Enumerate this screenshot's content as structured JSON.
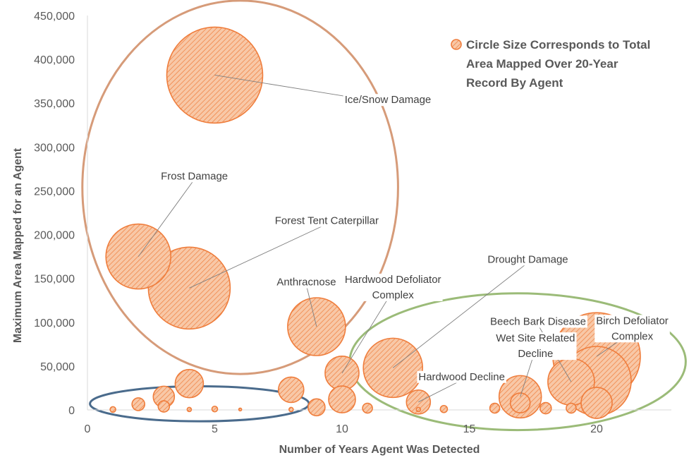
{
  "chart_data": {
    "type": "scatter",
    "subtype": "bubble",
    "title": "",
    "xlabel": "Number of Years Agent Was Detected",
    "ylabel": "Maximum Area Mapped for an Agent",
    "xlim": [
      0,
      23
    ],
    "ylim": [
      0,
      450000
    ],
    "x_ticks": [
      0,
      5,
      10,
      15,
      20
    ],
    "y_ticks": [
      0,
      50000,
      100000,
      150000,
      200000,
      250000,
      300000,
      350000,
      400000,
      450000
    ],
    "y_tick_labels": [
      "0",
      "50,000",
      "100,000",
      "150,000",
      "200,000",
      "250,000",
      "300,000",
      "350,000",
      "400,000",
      "450,000"
    ],
    "x_tick_labels": [
      "0",
      "5",
      "10",
      "15",
      "20"
    ],
    "grid": false,
    "legend": {
      "position": "top-right",
      "text": [
        "Circle Size Corresponds to Total",
        "Area Mapped Over 20-Year",
        "Record By Agent"
      ]
    },
    "bubble_color": "#f4b183",
    "bubble_edge": "#ef7d3c",
    "points": [
      {
        "x": 5,
        "y": 382000,
        "r": 68,
        "label": "Ice/Snow Damage"
      },
      {
        "x": 2,
        "y": 175000,
        "r": 46,
        "label": "Frost Damage"
      },
      {
        "x": 4,
        "y": 139000,
        "r": 58,
        "label": "Forest Tent Caterpillar"
      },
      {
        "x": 9,
        "y": 95000,
        "r": 41,
        "label": "Anthracnose"
      },
      {
        "x": 10,
        "y": 42000,
        "r": 24,
        "label": "Hardwood Defoliator Complex"
      },
      {
        "x": 12,
        "y": 48000,
        "r": 42,
        "label": "Drought Damage"
      },
      {
        "x": 13,
        "y": 9000,
        "r": 17,
        "label": "Hardwood Decline"
      },
      {
        "x": 20,
        "y": 61000,
        "r": 62,
        "label": "Birch Defoliator Complex"
      },
      {
        "x": 20,
        "y": 33000,
        "r": 49,
        "label": ""
      },
      {
        "x": 19,
        "y": 32000,
        "r": 33,
        "label": "Beech Bark Disease"
      },
      {
        "x": 20,
        "y": 8000,
        "r": 22,
        "label": ""
      },
      {
        "x": 17,
        "y": 15000,
        "r": 30,
        "label": "Wet Site Related Decline"
      },
      {
        "x": 17,
        "y": 8000,
        "r": 14,
        "label": ""
      },
      {
        "x": 4,
        "y": 30000,
        "r": 20,
        "label": ""
      },
      {
        "x": 3,
        "y": 15000,
        "r": 15,
        "label": ""
      },
      {
        "x": 8,
        "y": 23000,
        "r": 18,
        "label": ""
      },
      {
        "x": 10,
        "y": 12000,
        "r": 19,
        "label": ""
      },
      {
        "x": 9,
        "y": 3000,
        "r": 12,
        "label": ""
      },
      {
        "x": 2,
        "y": 6500,
        "r": 9,
        "label": ""
      },
      {
        "x": 3,
        "y": 4000,
        "r": 8,
        "label": ""
      },
      {
        "x": 11,
        "y": 2000,
        "r": 7,
        "label": ""
      },
      {
        "x": 16,
        "y": 2000,
        "r": 7,
        "label": ""
      },
      {
        "x": 18,
        "y": 2000,
        "r": 8,
        "label": ""
      },
      {
        "x": 19,
        "y": 2000,
        "r": 7,
        "label": ""
      },
      {
        "x": 14,
        "y": 1000,
        "r": 5,
        "label": ""
      },
      {
        "x": 1,
        "y": 500,
        "r": 4,
        "label": ""
      },
      {
        "x": 4,
        "y": 500,
        "r": 3,
        "label": ""
      },
      {
        "x": 5,
        "y": 1000,
        "r": 4,
        "label": ""
      },
      {
        "x": 6,
        "y": 500,
        "r": 2,
        "label": ""
      },
      {
        "x": 8,
        "y": 500,
        "r": 3,
        "label": ""
      },
      {
        "x": 13,
        "y": 500,
        "r": 3,
        "label": ""
      }
    ],
    "annotations": [
      {
        "text": [
          "Ice/Snow Damage"
        ],
        "point_x": 5,
        "point_y": 382000,
        "text_x": 11.8,
        "text_y": 350000,
        "anchor": "middle"
      },
      {
        "text": [
          "Frost Damage"
        ],
        "point_x": 2,
        "point_y": 175000,
        "text_x": 4.2,
        "text_y": 263000,
        "anchor": "middle"
      },
      {
        "text": [
          "Forest Tent Caterpillar"
        ],
        "point_x": 4,
        "point_y": 139000,
        "text_x": 9.4,
        "text_y": 212000,
        "anchor": "middle"
      },
      {
        "text": [
          "Anthracnose"
        ],
        "point_x": 9,
        "point_y": 95000,
        "text_x": 8.6,
        "text_y": 142000,
        "anchor": "middle"
      },
      {
        "text": [
          "Hardwood Defoliator",
          "Complex"
        ],
        "point_x": 10,
        "point_y": 42000,
        "text_x": 12.0,
        "text_y": 145000,
        "anchor": "middle"
      },
      {
        "text": [
          "Drought Damage"
        ],
        "point_x": 12,
        "point_y": 48000,
        "text_x": 17.3,
        "text_y": 168000,
        "anchor": "middle"
      },
      {
        "text": [
          "Hardwood Decline"
        ],
        "point_x": 13,
        "point_y": 9000,
        "text_x": 14.7,
        "text_y": 34000,
        "anchor": "middle"
      },
      {
        "text": [
          "Beech Bark Disease"
        ],
        "point_x": 19,
        "point_y": 32000,
        "text_x": 17.7,
        "text_y": 97000,
        "anchor": "middle"
      },
      {
        "text": [
          "Wet Site Related",
          "Decline"
        ],
        "point_x": 17,
        "point_y": 15000,
        "text_x": 17.6,
        "text_y": 78000,
        "anchor": "middle"
      },
      {
        "text": [
          "Birch Defoliator",
          "Complex"
        ],
        "point_x": 20,
        "point_y": 61000,
        "text_x": 21.4,
        "text_y": 98000,
        "anchor": "middle"
      }
    ],
    "group_ellipses": [
      {
        "color": "#d69b79",
        "cx": 6.0,
        "cy": 254000,
        "rx": 6.2,
        "ry": 213000
      },
      {
        "color": "#9bbb78",
        "cx": 16.9,
        "cy": 55000,
        "rx": 6.6,
        "ry": 78000
      },
      {
        "color": "#4a6b8c",
        "cx": 4.4,
        "cy": 7000,
        "rx": 4.3,
        "ry": 20000
      }
    ]
  }
}
